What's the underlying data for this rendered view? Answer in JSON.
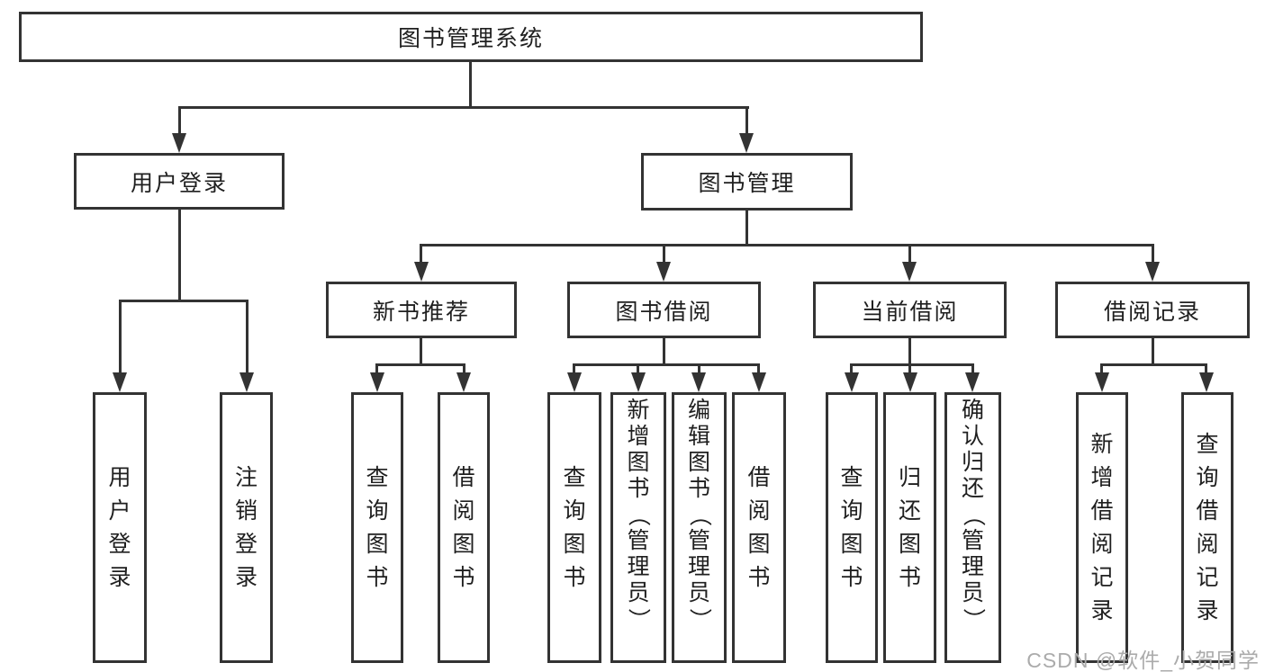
{
  "diagram": {
    "title": "图书管理系统",
    "branches": [
      {
        "label": "用户登录",
        "children": [
          "用户登录",
          "注销登录"
        ]
      },
      {
        "label": "图书管理",
        "children": [
          {
            "label": "新书推荐",
            "children": [
              "查询图书",
              "借阅图书"
            ]
          },
          {
            "label": "图书借阅",
            "children": [
              "查询图书",
              "新增图书（管理员）",
              "编辑图书（管理员）",
              "借阅图书"
            ]
          },
          {
            "label": "当前借阅",
            "children": [
              "查询图书",
              "归还图书",
              "确认归还（管理员）"
            ]
          },
          {
            "label": "借阅记录",
            "children": [
              "新增借阅记录",
              "查询借阅记录"
            ]
          }
        ]
      }
    ]
  },
  "watermark": {
    "text": "CSDN @软件_小贺同学"
  },
  "colors": {
    "line": "#333333",
    "text": "#1f1f1f",
    "watermark": "#ababab",
    "background": "#ffffff"
  }
}
